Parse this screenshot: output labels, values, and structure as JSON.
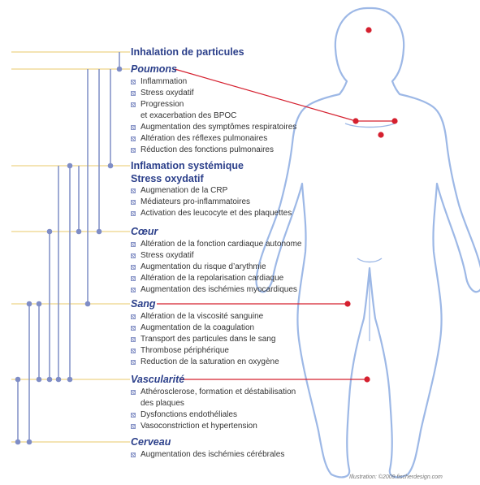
{
  "sections": [
    {
      "id": "inhalation",
      "title": "Inhalation de particules",
      "items": []
    },
    {
      "id": "poumons",
      "title": "Poumons",
      "items": [
        "Inflammation",
        "Stress oxydatif",
        "Progression",
        "et  exacerbation des BPOC",
        "Augmentation des symptômes respiratoires",
        "Altération des réflexes pulmonaires",
        "Réduction des fonctions pulmonaires"
      ]
    },
    {
      "id": "systemique",
      "title": "Inflamation systémique",
      "subtitle": "Stress oxydatif",
      "items": [
        "Augmenation de la CRP",
        "Médiateurs pro-inflammatoires",
        "Activation des leucocyte et des plaquettes"
      ]
    },
    {
      "id": "coeur",
      "title": "Cœur",
      "items": [
        "Altération de la fonction cardiaque autonome",
        "Stress oxydatif",
        "Augmentation du risque d’arythmie",
        "Altération de la repolarisation cardiaque",
        "Augmentation des ischémies myocardiques"
      ]
    },
    {
      "id": "sang",
      "title": "Sang",
      "items": [
        "Altération de la viscosité sanguine",
        "Augmentation de la coagulation",
        "Transport des particules dans le sang",
        "Thrombose périphérique",
        "Reduction de la saturation en oxygène"
      ]
    },
    {
      "id": "vascularite",
      "title": "Vascularité",
      "items": [
        "Athérosclerose, formation et   déstabilisation",
        "des plaques",
        "Dysfonctions endothéliales",
        "Vasoconstriction et hypertension"
      ]
    },
    {
      "id": "cerveau",
      "title": "Cerveau",
      "items": [
        "Augmentation des ischémies cérébrales"
      ]
    }
  ],
  "credit": "Illustration: ©2009.fischerdesign.com",
  "colors": {
    "heading": "#2b3f8a",
    "connector": "#7f8dc6",
    "pointer": "#d5202f",
    "hline": "#e8c96a",
    "body_outline": "#9db8e6"
  }
}
